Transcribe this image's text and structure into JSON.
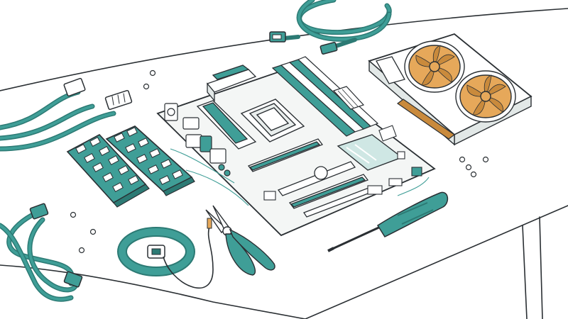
{
  "scene": {
    "components": [
      "motherboard",
      "graphics-card",
      "ram-stick",
      "ram-stick",
      "sata-cable",
      "power-cable",
      "data-cable",
      "anti-static-wrist-strap",
      "needle-nose-pliers",
      "screwdriver",
      "screws"
    ]
  },
  "colors": {
    "accent": "#3f9e97",
    "accent_dark": "#2c7a74",
    "fan": "#e6a85a",
    "fan_dark": "#c98a3c",
    "line": "#2a2f33",
    "board": "#f4f6f5",
    "paper": "#ffffff"
  }
}
